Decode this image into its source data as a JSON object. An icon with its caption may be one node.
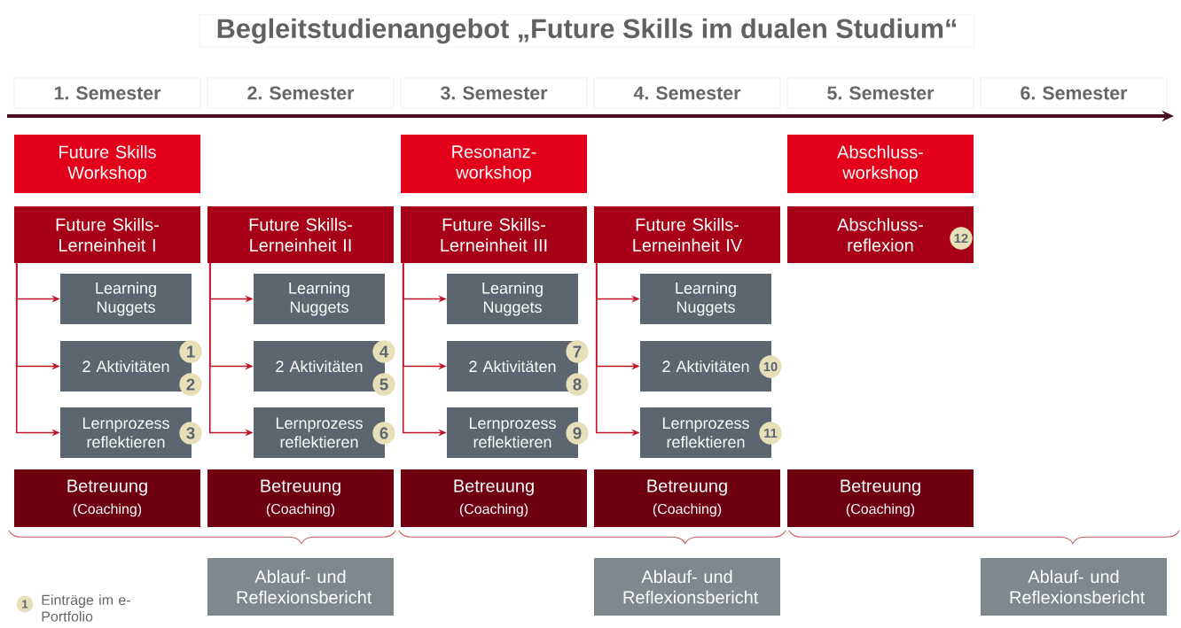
{
  "diagram": {
    "title": "Begleitstudienangebot „Future Skills im dualen Studium“",
    "nodes": [
      {
        "text": [
          "1. Semester"
        ]
      },
      {
        "text": [
          "2. Semester"
        ]
      },
      {
        "text": [
          "3. Semester"
        ]
      },
      {
        "text": [
          "4. Semester"
        ]
      },
      {
        "text": [
          "5. Semester"
        ]
      },
      {
        "text": [
          "6. Semester"
        ]
      },
      {
        "text": [
          "Future Skills Workshop"
        ]
      },
      {
        "text": [
          "Resonanz- workshop"
        ]
      },
      {
        "text": [
          "Abschluss- workshop"
        ]
      },
      {
        "text": [
          "Future Skills- Lerneinheit I"
        ]
      },
      {
        "text": [
          "Future Skills- Lerneinheit II"
        ]
      },
      {
        "text": [
          "Future Skills- Lerneinheit III"
        ]
      },
      {
        "text": [
          "Future Skills- Lerneinheit IV"
        ]
      },
      {
        "text": [
          "Abschluss- reflexion"
        ]
      },
      {
        "text": [
          "Learning Nuggets"
        ]
      },
      {
        "text": [
          "2 Aktivitäten"
        ]
      },
      {
        "text": [
          "Lernprozess reflektieren"
        ]
      },
      {
        "text": [
          "Learning Nuggets"
        ]
      },
      {
        "text": [
          "2 Aktivitäten"
        ]
      },
      {
        "text": [
          "Lernprozess reflektieren"
        ]
      },
      {
        "text": [
          "Learning Nuggets"
        ]
      },
      {
        "text": [
          "2 Aktivitäten"
        ]
      },
      {
        "text": [
          "Lernprozess reflektieren"
        ]
      },
      {
        "text": [
          "Learning Nuggets"
        ]
      },
      {
        "text": [
          "2 Aktivitäten"
        ]
      },
      {
        "text": [
          "Lernprozess reflektieren"
        ]
      },
      {
        "text": [
          "Betreuung",
          "(Coaching)"
        ]
      },
      {
        "text": [
          "Betreuung",
          "(Coaching)"
        ]
      },
      {
        "text": [
          "Betreuung",
          "(Coaching)"
        ]
      },
      {
        "text": [
          "Betreuung",
          "(Coaching)"
        ]
      },
      {
        "text": [
          "Betreuung",
          "(Coaching)"
        ]
      },
      {
        "text": [
          "Ablauf- und Reflexionsbericht"
        ]
      },
      {
        "text": [
          "Ablauf- und Reflexionsbericht"
        ]
      },
      {
        "text": [
          "Ablauf- und Reflexionsbericht"
        ]
      }
    ],
    "edges": [
      {
        "from": 9,
        "to": 14,
        "arrow": "to"
      },
      {
        "from": 9,
        "to": 15,
        "arrow": "to"
      },
      {
        "from": 9,
        "to": 16,
        "arrow": "to"
      },
      {
        "from": 10,
        "to": 17,
        "arrow": "to"
      },
      {
        "from": 10,
        "to": 18,
        "arrow": "to"
      },
      {
        "from": 10,
        "to": 19,
        "arrow": "to"
      },
      {
        "from": 11,
        "to": 20,
        "arrow": "to"
      },
      {
        "from": 11,
        "to": 21,
        "arrow": "to"
      },
      {
        "from": 11,
        "to": 22,
        "arrow": "to"
      },
      {
        "from": 12,
        "to": 23,
        "arrow": "to"
      },
      {
        "from": 12,
        "to": 24,
        "arrow": "to"
      },
      {
        "from": 12,
        "to": 25,
        "arrow": "to"
      }
    ],
    "labels": [
      "1",
      "2",
      "3",
      "4",
      "5",
      "6",
      "7",
      "8",
      "9",
      "10",
      "11",
      "12",
      "1"
    ],
    "legend": [
      {
        "text": "Einträge im e-Portfolio"
      }
    ]
  }
}
